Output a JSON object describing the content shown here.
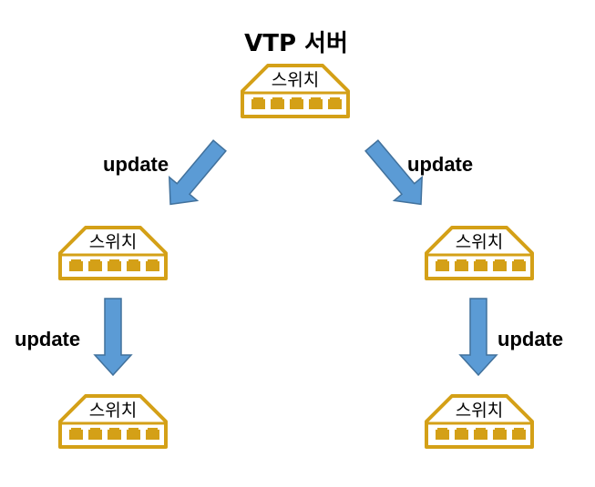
{
  "diagram": {
    "server_title": "VTP 서버",
    "switch_label": "스위치",
    "arrow_label": "update",
    "colors": {
      "switch_outline": "#d4a017",
      "switch_fill": "#ffffff",
      "port_fill": "#d4a017",
      "arrow_fill": "#5b9bd5",
      "arrow_stroke": "#41719c"
    },
    "icons": [
      "network-switch-icon",
      "down-arrow-icon"
    ]
  }
}
